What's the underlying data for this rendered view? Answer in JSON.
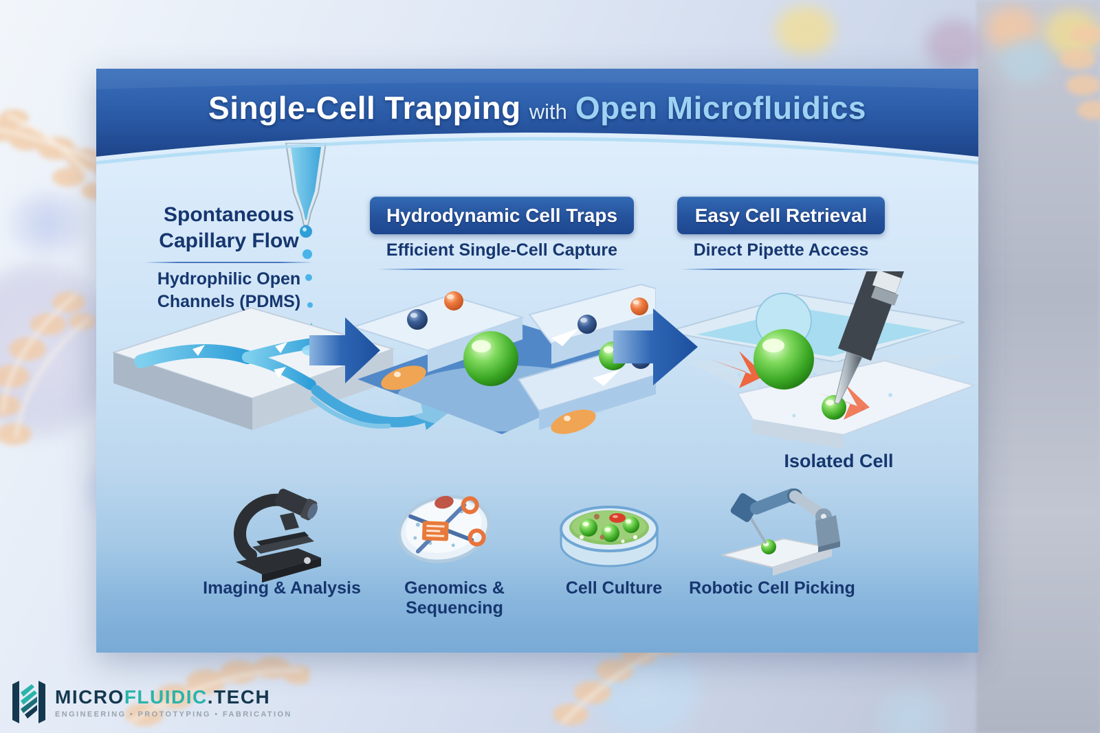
{
  "banner": {
    "title_main": "Single-Cell Trapping",
    "title_connector": "with",
    "title_accent": "Open Microfluidics"
  },
  "panels": [
    {
      "title": "Spontaneous Capillary Flow",
      "subtitle": "Hydrophilic Open Channels (PDMS)"
    },
    {
      "title": "Hydrodynamic Cell Traps",
      "subtitle": "Efficient Single-Cell Capture"
    },
    {
      "title": "Easy Cell Retrieval",
      "subtitle": "Direct Pipette Access"
    }
  ],
  "labels": {
    "isolated_cell": "Isolated Cell"
  },
  "applications": [
    {
      "icon": "microscope-icon",
      "label": "Imaging & Analysis"
    },
    {
      "icon": "genomics-dish-icon",
      "label": "Genomics & Sequencing"
    },
    {
      "icon": "petri-dish-icon",
      "label": "Cell Culture"
    },
    {
      "icon": "robotic-arm-icon",
      "label": "Robotic Cell Picking"
    }
  ],
  "illustration_icons": [
    "pipette-icon",
    "droplet-icon",
    "open-channel-chip-icon",
    "flow-arrow-icon",
    "cell-trap-chip-icon",
    "cell-sphere-icon",
    "retrieval-chip-icon",
    "pipette-tip-icon"
  ],
  "logo": {
    "micro": "MICRO",
    "fluidic": "FLUIDIC",
    "tech": ".TECH",
    "tagline": "ENGINEERING • PROTOTYPING • FABRICATION"
  },
  "colors": {
    "banner_blue": "#2f62ae",
    "banner_blue_dark": "#1d4489",
    "title_accent_blue": "#9dd2f4",
    "heading_navy": "#16366f",
    "header_box_blue": "#25529c",
    "arrow_blue": "#1e57ac",
    "cell_green": "#45b42e",
    "cell_orange": "#ee7a40",
    "cell_navy": "#2c4e86",
    "retrieval_arrow_orange": "#f05c30",
    "logo_navy": "#14384f",
    "logo_teal": "#2bb3aa",
    "tagline_gray": "#97a3ad"
  }
}
